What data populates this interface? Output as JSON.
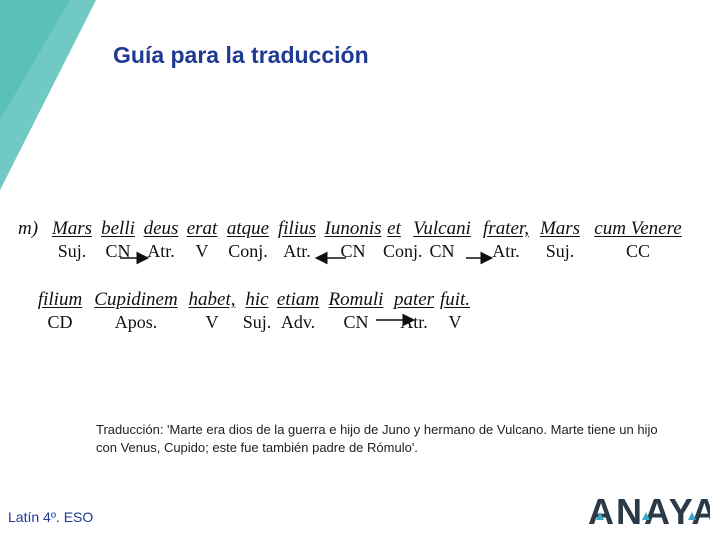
{
  "title": "Guía para la traducción",
  "exercise_label": "m)",
  "line1": [
    {
      "latin": "Mars",
      "gloss": "Suj."
    },
    {
      "latin": "belli",
      "gloss": "CN"
    },
    {
      "latin": "deus",
      "gloss": "Atr."
    },
    {
      "latin": "erat",
      "gloss": "V"
    },
    {
      "latin": "atque",
      "gloss": "Conj."
    },
    {
      "latin": "filius",
      "gloss": "Atr."
    },
    {
      "latin": "Iunonis",
      "gloss": "CN"
    },
    {
      "latin": "et",
      "gloss": "Conj."
    },
    {
      "latin": "Vulcani",
      "gloss": "CN"
    },
    {
      "latin": "frater,",
      "gloss": "Atr."
    },
    {
      "latin": "Mars",
      "gloss": "Suj."
    },
    {
      "latin": "cum Venere",
      "gloss": "CC"
    }
  ],
  "line2": [
    {
      "latin": "filium",
      "gloss": "CD"
    },
    {
      "latin": "Cupidinem",
      "gloss": "Apos."
    },
    {
      "latin": "habet,",
      "gloss": "V"
    },
    {
      "latin": "hic",
      "gloss": "Suj."
    },
    {
      "latin": "etiam",
      "gloss": "Adv."
    },
    {
      "latin": "Romuli",
      "gloss": "CN"
    },
    {
      "latin": "pater",
      "gloss": "Atr."
    },
    {
      "latin": "fuit.",
      "gloss": "V"
    }
  ],
  "translation": "Traducción: 'Marte era dios de la guerra e hijo de Juno y hermano de Vulcano. Marte tiene un hijo con Venus, Cupido; este fue también padre de Rómulo'.",
  "footer": "Latín 4º. ESO",
  "logo_text": "ANAYA",
  "colors": {
    "title": "#1f3a93",
    "teal": "#5bc0b8",
    "logo": "#2b3a46",
    "logo_accent": "#3aa8c8"
  }
}
